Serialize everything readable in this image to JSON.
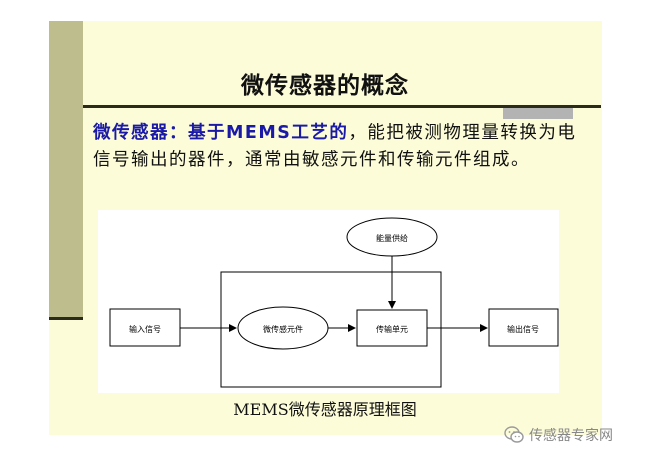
{
  "slide": {
    "title": "微传感器的概念",
    "definition": {
      "term": "微传感器：基于MEMS工艺的",
      "rest": "，能把被测物理量转换为电信号输出的器件，通常由敏感元件和传输元件组成。"
    },
    "caption": "MEMS微传感器原理框图"
  },
  "diagram": {
    "input_label": "输入信号",
    "sensing_label": "微传感元件",
    "transmit_label": "传输单元",
    "output_label": "输出信号",
    "power_label": "能量供给"
  },
  "watermark": {
    "text": "传感器专家网",
    "icon": "wechat-icon"
  }
}
